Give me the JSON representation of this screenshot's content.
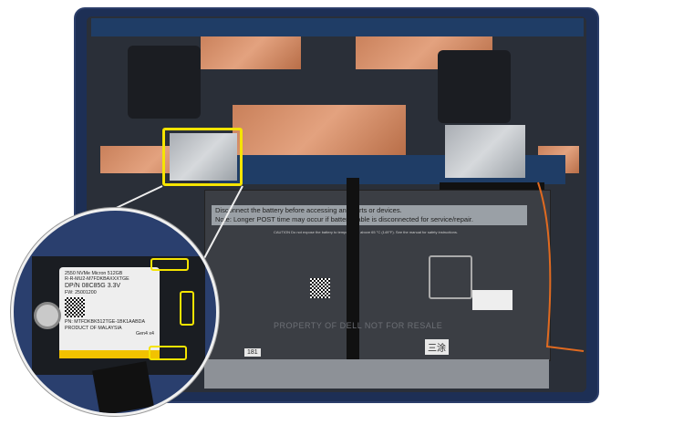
{
  "battery": {
    "warning_line1": "Disconnect the battery before accessing any parts or devices.",
    "warning_line2": "Note: Longer POST time may occur if battery cable is disconnected for service/repair.",
    "caution": "CAUTION Do not expose the battery to temperatures above 65 °C (149°F). See the manual for safety instructions.",
    "resale": "PROPERTY OF DELL NOT FOR RESALE"
  },
  "labels": {
    "tray_number": "181",
    "tray_mark": "三涂"
  },
  "ssd": {
    "line1": "2550 NVMe  Micron 512GB",
    "line2": "R-R-MU2-M7FDKBAXXXTGE",
    "dpn": "DP/N 08C85G",
    "voltage": "3.3V",
    "fw": "FW: 25001200",
    "pn": "PN: MTFDKBK512TGE-1BK1AABDA",
    "origin": "PRODUCT OF MALAYSIA",
    "gen": "Gen4 x4"
  },
  "colors": {
    "highlight": "#f5e400",
    "chassis": "#1d2f55",
    "copper": "#d08a62"
  }
}
